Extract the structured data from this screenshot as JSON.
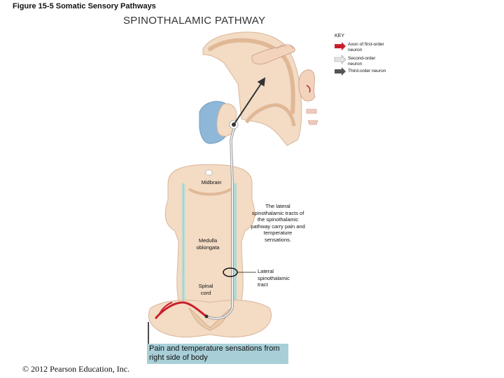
{
  "figure_title": "Figure 15-5  Somatic Sensory Pathways",
  "pathway_title": "SPINOTHALAMIC PATHWAY",
  "key": {
    "title": "KEY",
    "items": [
      {
        "label": "Axon of first-order neuron",
        "color": "#c8202a"
      },
      {
        "label": "Second-order neuron",
        "color": "#e4e4e4"
      },
      {
        "label": "Third-order neuron",
        "color": "#555555"
      }
    ]
  },
  "labels": {
    "midbrain": "Midbrain",
    "medulla": "Medulla oblongata",
    "spinal_cord": "Spinal cord",
    "lateral_tract_note": "The lateral spinothalamic tracts of the spinothalamic pathway carry pain and temperature sensations.",
    "lateral_tract": "Lateral spinothalamic tract"
  },
  "caption": "Pain and temperature sensations from right side of body",
  "copyright": "© 2012 Pearson Education, Inc.",
  "colors": {
    "tissue": "#f3dbc4",
    "tissue_edge": "#d9b69a",
    "gray_matter": "#e8c9a8",
    "ventricle": "#8fb8d8",
    "tract": "#bfdfd8",
    "first_order": "#c8202a",
    "third_order": "#555555",
    "caption_bg": "#a8cfd8"
  }
}
